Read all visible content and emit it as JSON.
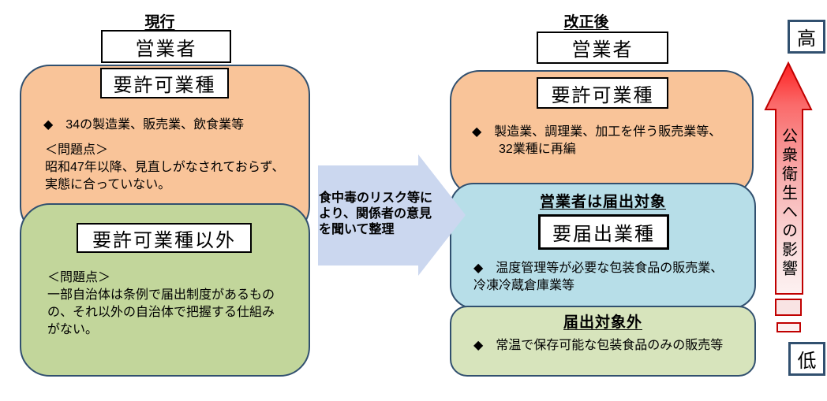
{
  "current": {
    "title": "現行",
    "operator_label": "営業者",
    "licensed": {
      "label": "要許可業種",
      "bullet": "◆　34の製造業、販売業、飲食業等",
      "problem_title": "＜問題点＞",
      "problem_line_1": "昭和47年以降、見直しがなされておらず、",
      "problem_line_2": "実態に合っていない。"
    },
    "unlicensed": {
      "label": "要許可業種以外",
      "problem_title": "＜問題点＞",
      "problem_line_1": "一部自治体は条例で届出制度があるもの",
      "problem_line_2": "の、それ以外の自治体で把握する仕組み",
      "problem_line_3": "がない。"
    }
  },
  "transition_arrow": {
    "line_1": "食中毒のリスク等に",
    "line_2": "より、関係者の意見",
    "line_3": "を聞いて整理"
  },
  "revised": {
    "title": "改正後",
    "operator_label": "営業者",
    "licensed": {
      "label": "要許可業種",
      "bullet_line_1": "◆　製造業、調理業、加工を伴う販売業等、",
      "bullet_line_2": "32業種に再編"
    },
    "notification": {
      "header": "営業者は届出対象",
      "label": "要届出業種",
      "bullet_line_1": "◆　温度管理等が必要な包装食品の販売業、",
      "bullet_line_2": "冷凍冷蔵倉庫業等"
    },
    "exempt": {
      "header": "届出対象外",
      "bullet": "◆　常温で保存可能な包装食品のみの販売等"
    }
  },
  "scale": {
    "high_label": "高",
    "low_label": "低",
    "axis_label": "公衆衛生への影響"
  },
  "colors": {
    "orange_fill": "#F9C499",
    "green_left_fill": "#C2D69B",
    "blue_fill": "#B7DEE8",
    "green_right_fill": "#D7E4BC",
    "box_border": "#31506F",
    "mid_arrow_fill": "#CBD7EF",
    "scale_arrow_red": "#C00000"
  }
}
